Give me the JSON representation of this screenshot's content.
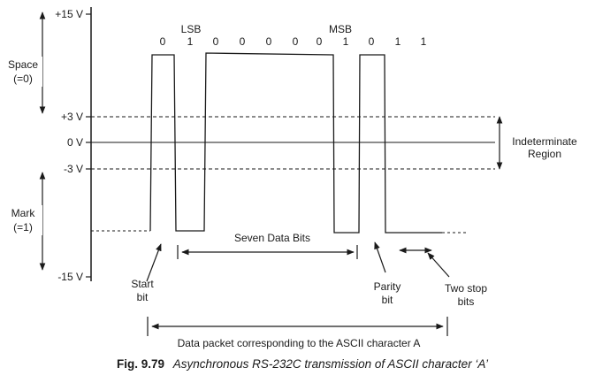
{
  "levels": {
    "plus15": "+15 V",
    "plus3": "+3 V",
    "zero": "0 V",
    "minus3": "-3 V",
    "minus15": "-15 V"
  },
  "side_labels": {
    "space": "Space",
    "space_value": "(=0)",
    "mark": "Mark",
    "mark_value": "(=1)"
  },
  "region_labels": {
    "indeterminate_1": "Indeterminate",
    "indeterminate_2": "Region"
  },
  "bit_labels": {
    "lsb": "LSB",
    "msb": "MSB",
    "values": [
      "0",
      "1",
      "0",
      "0",
      "0",
      "0",
      "0",
      "1",
      "0",
      "1",
      "1"
    ]
  },
  "annotations": {
    "start_1": "Start",
    "start_2": "bit",
    "seven_data_bits": "Seven Data Bits",
    "parity_1": "Parity",
    "parity_2": "bit",
    "two_stop_1": "Two stop",
    "two_stop_2": "bits",
    "data_packet": "Data packet corresponding to the ASCII character A"
  },
  "caption": {
    "figure": "Fig. 9.79",
    "text": "Asynchronous RS-232C transmission of ASCII character ‘A’"
  }
}
